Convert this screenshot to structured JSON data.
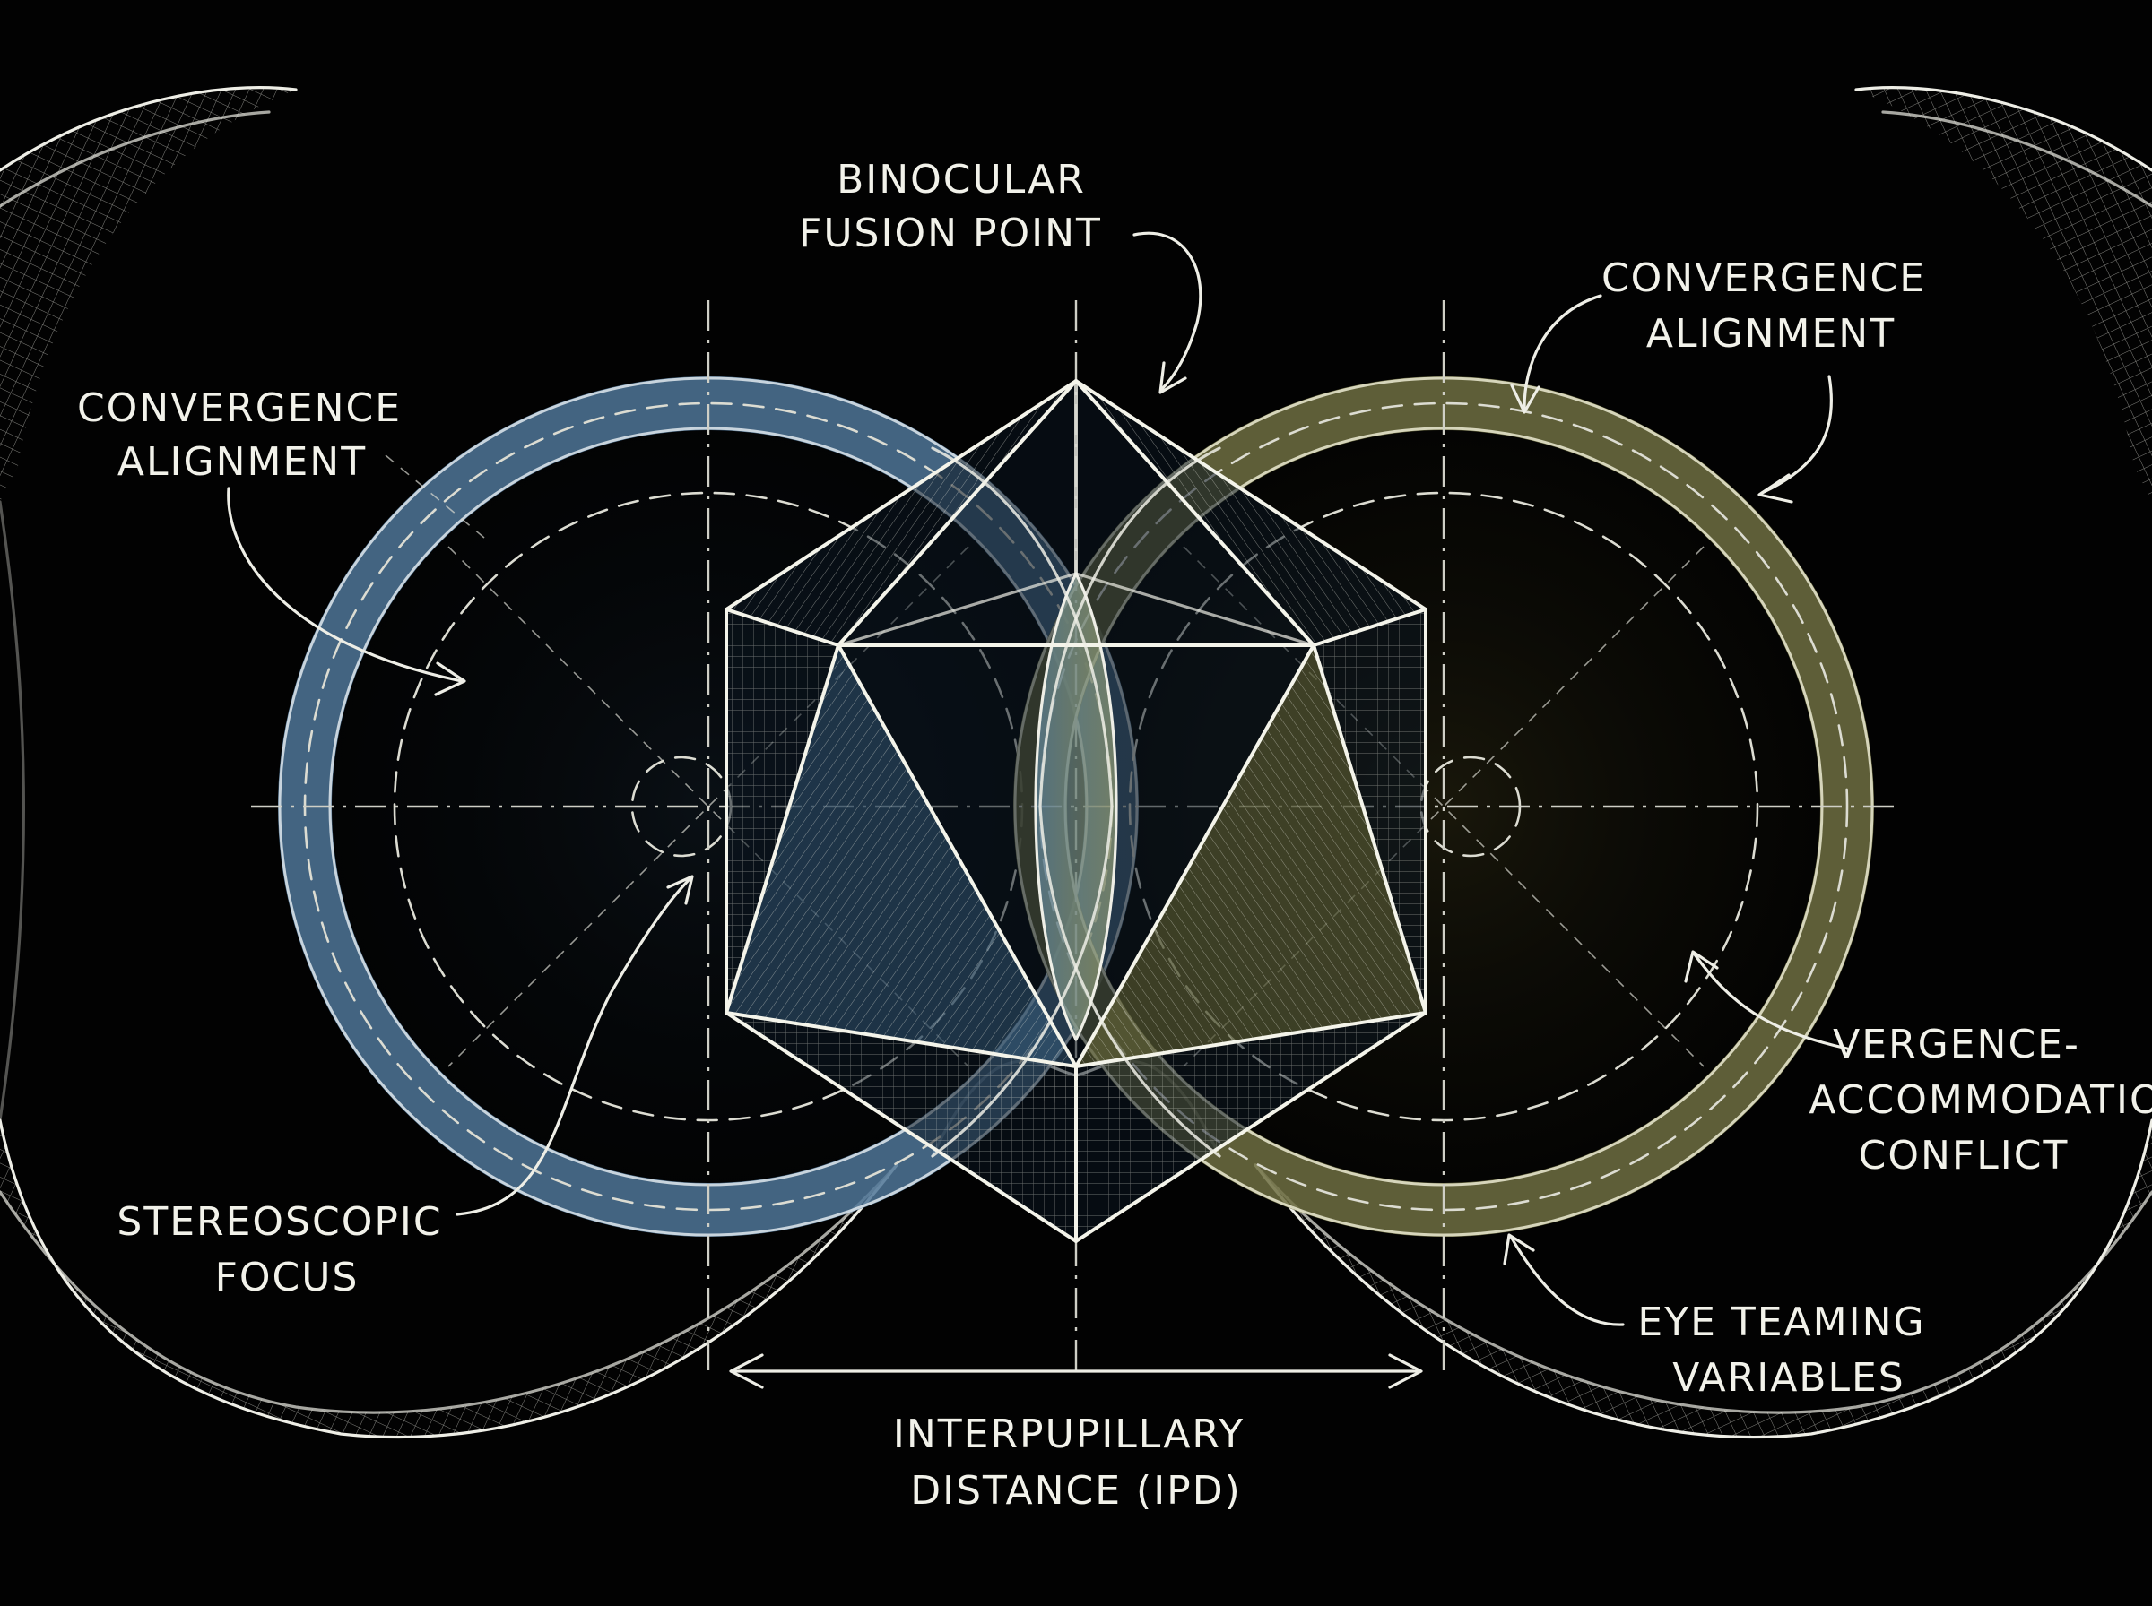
{
  "labels": {
    "binocular_fusion_point": [
      "BINOCULAR",
      "FUSION POINT"
    ],
    "convergence_alignment_left": [
      "CONVERGENCE",
      "ALIGNMENT"
    ],
    "convergence_alignment_right": [
      "CONVERGENCE",
      "ALIGNMENT"
    ],
    "stereoscopic_focus": [
      "STEREOSCOPIC",
      "FOCUS"
    ],
    "vergence_accommodation_conflict": [
      "VERGENCE-",
      "ACCOMMODATION",
      "CONFLICT"
    ],
    "eye_teaming_variables": [
      "EYE TEAMING",
      "VARIABLES"
    ],
    "interpupillary_distance": [
      "INTERPUPILLARY",
      "DISTANCE (IPD)"
    ]
  },
  "colors": {
    "background": "#020202",
    "left_ring": "#4f7598",
    "right_ring": "#7a7a4a",
    "linework": "#f2f2ea"
  }
}
